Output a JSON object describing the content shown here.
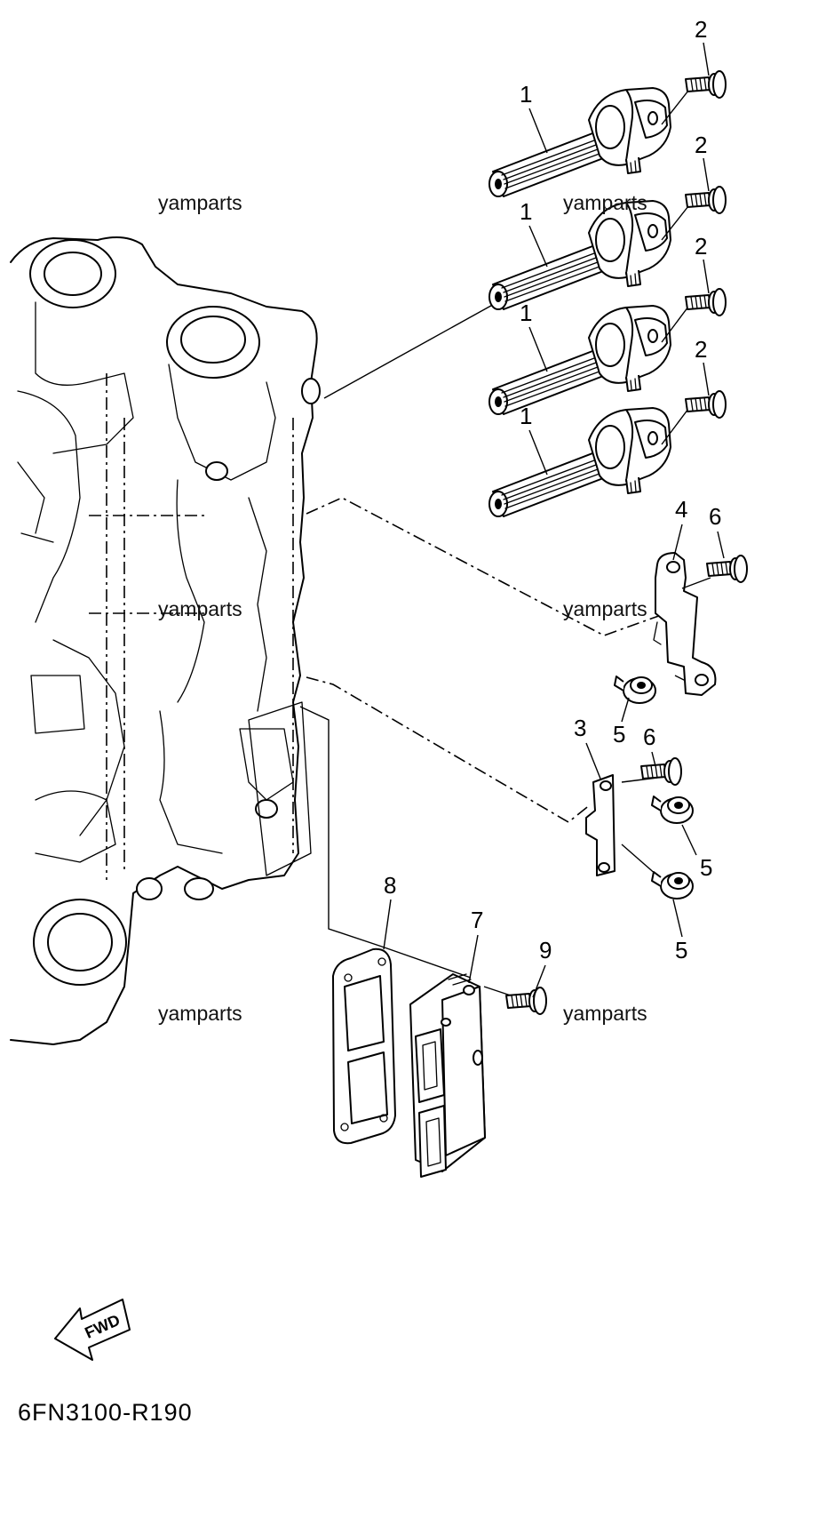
{
  "diagram": {
    "code": "6FN3100-R190",
    "fwd_label": "FWD",
    "watermark": "yamparts",
    "callouts": {
      "c1": "1",
      "c2": "2",
      "c3": "3",
      "c4": "4",
      "c5": "5",
      "c6": "6",
      "c7": "7",
      "c8": "8",
      "c9": "9"
    }
  }
}
